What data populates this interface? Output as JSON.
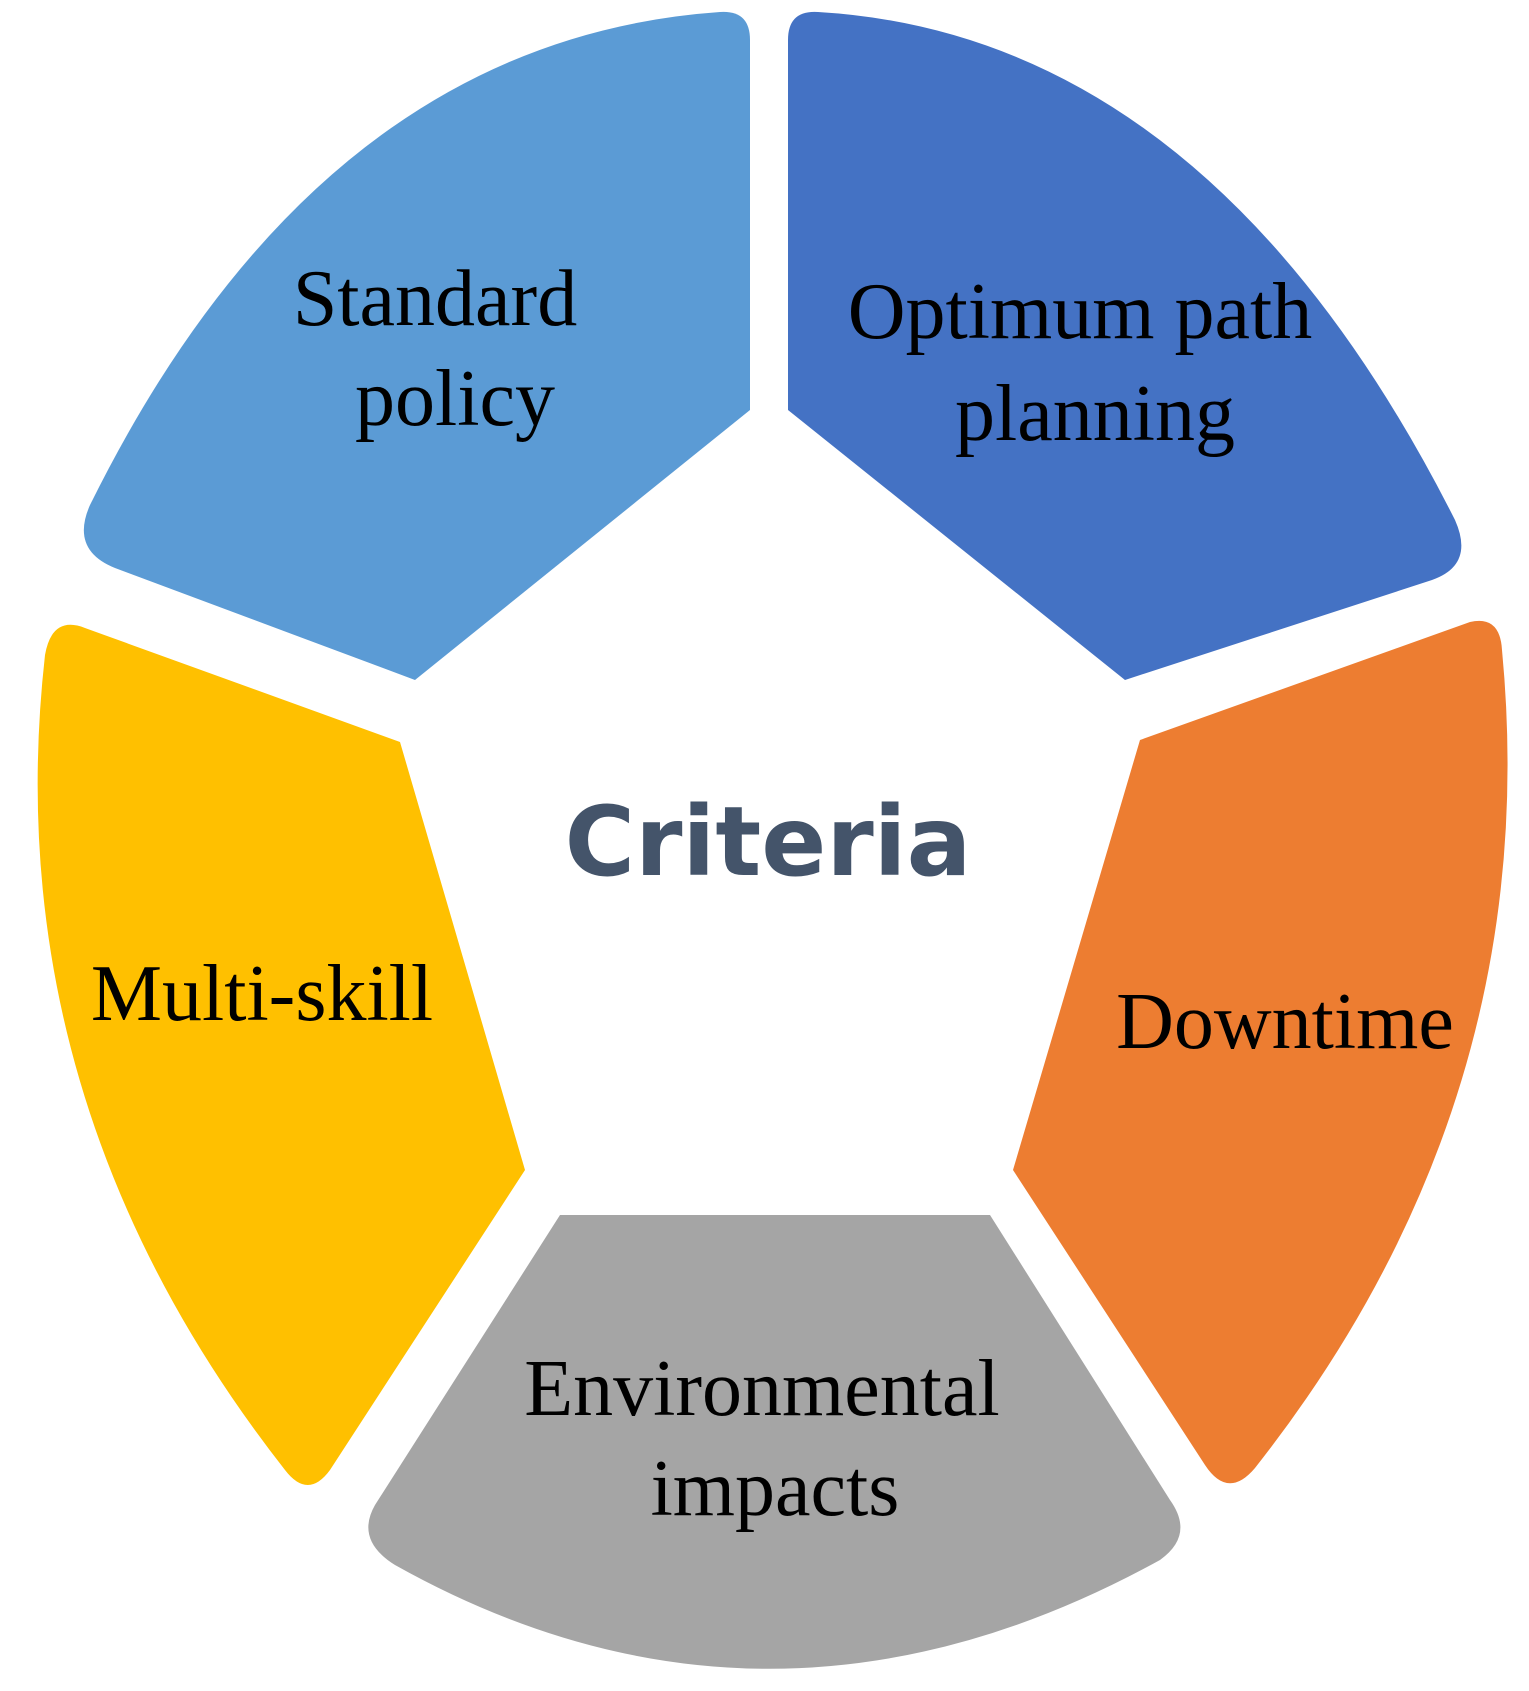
{
  "center": {
    "label": "Criteria",
    "color": "#44546A"
  },
  "segments": [
    {
      "id": "standard-policy",
      "lines": [
        "Standard",
        "policy"
      ],
      "color": "#5B9BD5"
    },
    {
      "id": "optimum-path-planning",
      "lines": [
        "Optimum path",
        "planning"
      ],
      "color": "#4472C4"
    },
    {
      "id": "downtime",
      "lines": [
        "Downtime"
      ],
      "color": "#ED7D31"
    },
    {
      "id": "environmental-impacts",
      "lines": [
        "Environmental",
        "impacts"
      ],
      "color": "#A5A5A5"
    },
    {
      "id": "multi-skill",
      "lines": [
        "Multi-skill"
      ],
      "color": "#FFC000"
    }
  ]
}
